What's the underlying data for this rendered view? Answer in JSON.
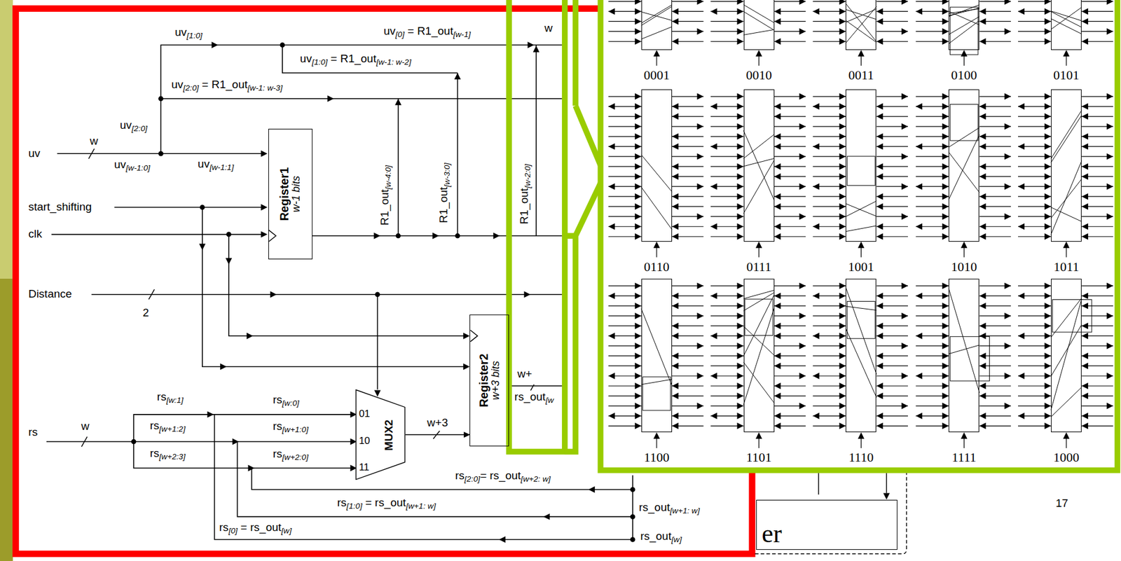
{
  "diagram": {
    "nodes": [
      {
        "text": [
          "Register1",
          "w-1 bits"
        ]
      },
      {
        "text": [
          "Register2",
          "w+3 bits"
        ]
      },
      {
        "text": [
          "01",
          "10",
          "11",
          "MUX2"
        ]
      },
      {
        "text": [
          "0001"
        ]
      },
      {
        "text": [
          "0010"
        ]
      },
      {
        "text": [
          "0011"
        ]
      },
      {
        "text": [
          "0100"
        ]
      },
      {
        "text": [
          "0101"
        ]
      },
      {
        "text": [
          "0110"
        ]
      },
      {
        "text": [
          "0111"
        ]
      },
      {
        "text": [
          "1001"
        ]
      },
      {
        "text": [
          "1010"
        ]
      },
      {
        "text": [
          "1011"
        ]
      },
      {
        "text": [
          "1100"
        ]
      },
      {
        "text": [
          "1101"
        ]
      },
      {
        "text": [
          "1110"
        ]
      },
      {
        "text": [
          "1111"
        ]
      },
      {
        "text": [
          "1000"
        ]
      },
      {
        "text": [
          "er"
        ]
      }
    ],
    "edges": [
      {
        "from": 2,
        "to": 1,
        "arrow": "to",
        "label": "w+3"
      }
    ],
    "labels": [
      "uv[1:0]",
      "uv[0] = R1_out[w-1]",
      "w",
      "uv[1:0] = R1_out[w-1: w-2]",
      "uv[2:0] = R1_out[w-1: w-3]",
      "uv[2:0]",
      "w",
      "uv",
      "uv[w-1:0]",
      "uv[w-1:1]",
      "start_shifting",
      "clk",
      "R1_out[w-4:0]",
      "R1_out[w-3:0]",
      "R1_out[w-2:0]",
      "Distance",
      "2",
      "w+",
      "rs_out[w",
      "rs",
      "w",
      "rs[w:1]",
      "rs[w:0]",
      "rs[w+1:2]",
      "rs[w+1:0]",
      "rs[w+2:3]",
      "rs[w+2:0]",
      "rs[2:0]= rs_out[w+2: w]",
      "rs[1:0] = rs_out[w+1: w]",
      "rs[0] = rs_out[w]",
      "rs_out[w+1: w]",
      "rs_out[w]",
      "17"
    ]
  }
}
